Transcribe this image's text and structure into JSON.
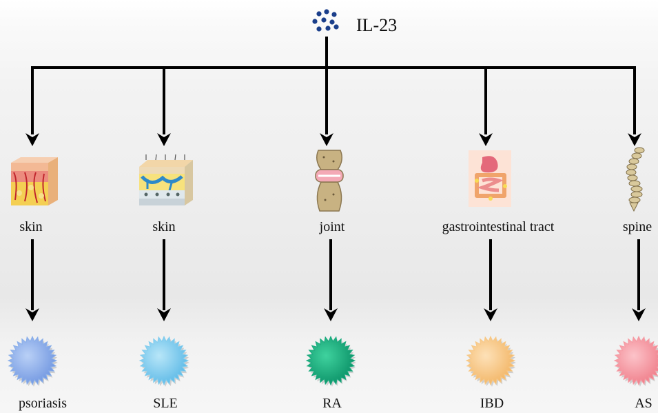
{
  "source": {
    "label": "IL-23",
    "icon": "dot-cluster-icon",
    "color": "#1b3f8b"
  },
  "branches": [
    {
      "organ": "skin",
      "organ_icon": "skin-layers-icon",
      "disease": "psoriasis",
      "burst_color": "#8bb0ea"
    },
    {
      "organ": "skin",
      "organ_icon": "skin-tissue-icon",
      "disease": "SLE",
      "burst_color": "#82cdee"
    },
    {
      "organ": "joint",
      "organ_icon": "joint-icon",
      "disease": "RA",
      "burst_color": "#1aaa7e"
    },
    {
      "organ": "gastrointestinal tract",
      "organ_icon": "gi-tract-icon",
      "disease": "IBD",
      "burst_color": "#f7c886"
    },
    {
      "organ": "spine",
      "organ_icon": "spine-icon",
      "disease": "AS",
      "burst_color": "#f59aa3"
    }
  ]
}
